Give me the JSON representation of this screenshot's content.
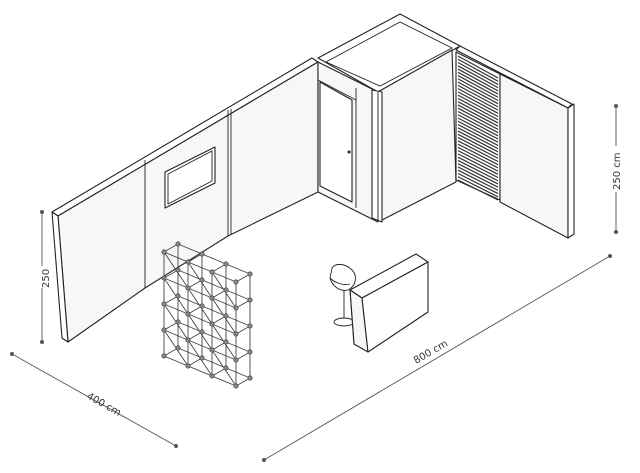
{
  "dimensions": {
    "width": "400 cm",
    "length": "800 cm",
    "height_left": "250",
    "height_right": "250 cm"
  },
  "colors": {
    "line": "#222222",
    "dimension": "#555555",
    "background": "#ffffff"
  }
}
